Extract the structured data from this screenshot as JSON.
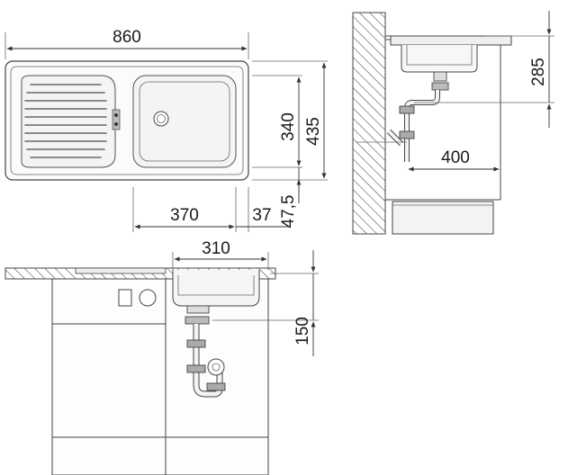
{
  "colors": {
    "line": "#444444",
    "hatch": "#555555",
    "fill_light": "#f0f0f0",
    "fill_mid": "#d9d9d9",
    "text": "#1a1a1a"
  },
  "dimensions": {
    "top_view": {
      "overall_width": "860",
      "bowl_width": "370",
      "offset_small": "37",
      "overall_depth": "435",
      "bowl_depth": "340",
      "front_offset": "47,5"
    },
    "side_view": {
      "drain_height": "285",
      "trap_depth": "400"
    },
    "front_view": {
      "bowl_width": "310",
      "drain_height": "150"
    }
  }
}
